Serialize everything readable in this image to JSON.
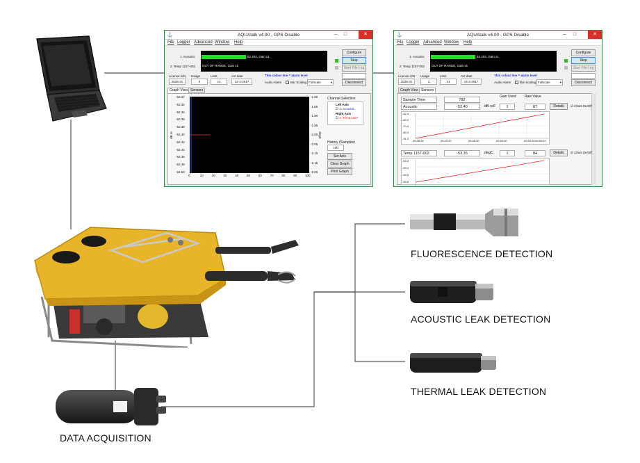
{
  "labels": {
    "fluorescence": "FLUORESCENCE DETECTION",
    "acoustic": "ACOUSTIC LEAK DETECTION",
    "thermal": "THERMAL LEAK DETECTION",
    "data_acquisition": "DATA ACQUISITION"
  },
  "windows": [
    {
      "title": "AQUAtalk v4.00 - GPS Disable",
      "menu": [
        "File",
        "Logger",
        "Advanced",
        "Window",
        "Help"
      ],
      "channels": [
        {
          "name": "1. Acoustic",
          "readout": "52.403, Gain x1"
        },
        {
          "name": "2. Temp 1157-002",
          "readout": "OUT OF RANGE, Gain x1"
        }
      ],
      "buttons": {
        "configure": "Configure",
        "stop": "Stop",
        "start_log": "Start File Log",
        "disconnect": "Disconnect"
      },
      "info": {
        "license_label": "License S/N",
        "license": "2528-31",
        "usage_label": "Usage",
        "usage": "0",
        "limit_label": "Limit",
        "limit": "11",
        "act_date_label": "Act date",
        "act_date": "14-2-2017"
      },
      "alarm_note": "This colour line = alarm level",
      "audio_alarm": "Audio Alarm",
      "bar_scaling": "Bar Scaling",
      "scaling_value": "Fullscale",
      "tabs": [
        "Graph View",
        "Sensors"
      ],
      "graph": {
        "left_ticks": [
          "-52.27",
          "-52.32",
          "-52.34",
          "-52.36",
          "-52.38",
          "-52.40",
          "-52.42",
          "-52.44",
          "-52.46",
          "-52.48",
          "-52.50"
        ],
        "right_ticks": [
          "-1.80",
          "-1.85",
          "-1.90",
          "-1.95",
          "-2.00",
          "-2.05",
          "-2.10",
          "-2.15",
          "-2.20"
        ],
        "x_ticks": [
          "0",
          "10",
          "20",
          "30",
          "40",
          "50",
          "60",
          "70",
          "80",
          "90",
          "100"
        ],
        "left_unit": "dB re",
        "right_unit": "degC"
      },
      "channel_selection": {
        "title": "Channel Selection",
        "left_axis": "Left Axis",
        "left_item": "1. Acoustic",
        "right_axis": "Right Axis",
        "right_item": "2. Temp 1157"
      },
      "history": {
        "label": "History (Samples)",
        "value": "100"
      },
      "graph_buttons": {
        "set_axis": "Set Axis",
        "clear": "Clear Graph",
        "print": "Print Graph"
      }
    },
    {
      "title": "AQUAtalk v4.00 - GPS Disable",
      "menu": [
        "File",
        "Logger",
        "Advanced",
        "Window",
        "Help"
      ],
      "channels": [
        {
          "name": "1. Acoustic",
          "readout": "52.403, Gain x1"
        },
        {
          "name": "2. Temp 1157-002",
          "readout": "OUT OF RANGE, Gain x1"
        }
      ],
      "buttons": {
        "configure": "Configure",
        "stop": "Stop",
        "start_log": "Start File Log",
        "disconnect": "Disconnect"
      },
      "info": {
        "license_label": "License S/N",
        "license": "2528-31",
        "usage_label": "Usage",
        "usage": "2",
        "limit_label": "Limit",
        "limit": "11",
        "act_date_label": "Act date",
        "act_date": "14-2-2017"
      },
      "alarm_note": "This colour line = alarm level",
      "audio_alarm": "Audio Alarm",
      "bar_scaling": "Bar Scaling",
      "scaling_value": "Fullscale",
      "tabs": [
        "Graph View",
        "Sensors"
      ],
      "sensors": {
        "head_gain": "Gain Used",
        "head_raw": "Raw Value",
        "sample_time_label": "Sample Time",
        "sample_time": "782",
        "rows": [
          {
            "name": "Acoustic",
            "value": "-52.40",
            "unit": "dB reF",
            "gain": "1",
            "raw": "87",
            "details": "Details",
            "chart": "Chart On/Off",
            "yticks": [
              "-52.4",
              "-60.0",
              "-70.0",
              "-80.0",
              "-91.3"
            ],
            "xticks": [
              "09:38:26",
              "09:43:20",
              "09:46:40",
              "09:50:00",
              "09:53:20"
            ],
            "xtick_last": "09:50:02"
          },
          {
            "name": "Temp 1157-002",
            "value": "-53.35",
            "unit": "degC",
            "gain": "1",
            "raw": "84",
            "details": "Details",
            "chart": "Chart On/Off",
            "yticks": [
              "-53.3",
              "-53.4",
              "-53.5",
              "-53.6"
            ]
          }
        ]
      }
    }
  ]
}
